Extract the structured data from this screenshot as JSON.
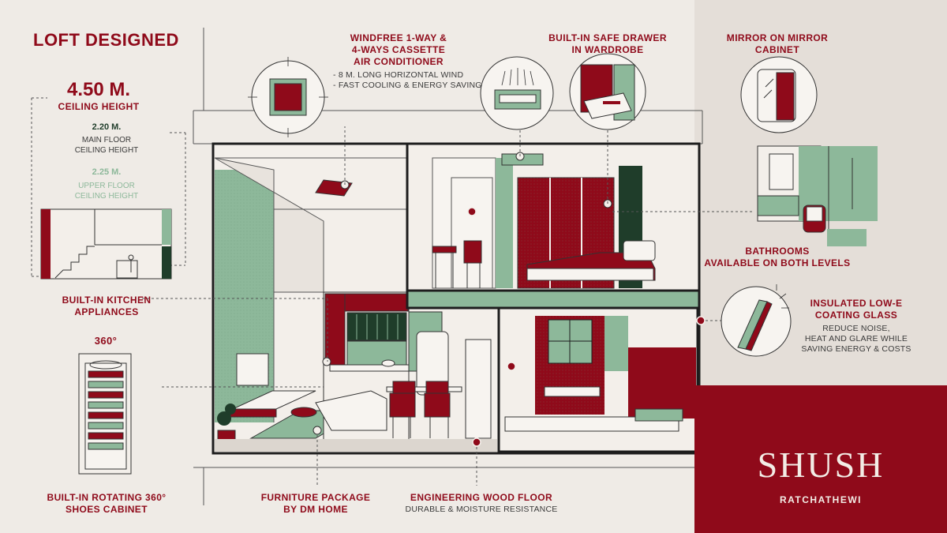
{
  "colors": {
    "red": "#8f0a1a",
    "green": "#8db89a",
    "dark_green": "#1f3d2a",
    "cream": "#efebe6",
    "panel": "#e4ded8"
  },
  "title": "LOFT DESIGNED",
  "ceiling": {
    "value": "4.50 M.",
    "label": "CEILING HEIGHT",
    "main_value": "2.20 M.",
    "main_label_1": "MAIN FLOOR",
    "main_label_2": "CEILING HEIGHT",
    "upper_value": "2.25 M.",
    "upper_label_1": "UPPER FLOOR",
    "upper_label_2": "CEILING HEIGHT"
  },
  "aircon": {
    "title_1": "WINDFREE 1-WAY &",
    "title_2": "4-WAYS CASSETTE",
    "title_3": "AIR CONDITIONER",
    "note_1": "- 8 M. LONG HORIZONTAL WIND",
    "note_2": "- FAST COOLING & ENERGY SAVING"
  },
  "safe": {
    "title_1": "BUILT-IN SAFE DRAWER",
    "title_2": "IN WARDROBE"
  },
  "mirror": {
    "title_1": "MIRROR ON MIRROR",
    "title_2": "CABINET"
  },
  "bathrooms": {
    "title_1": "BATHROOMS",
    "title_2": "AVAILABLE ON BOTH LEVELS"
  },
  "glass": {
    "title_1": "INSULATED LOW-E",
    "title_2": "COATING GLASS",
    "note_1": "REDUCE NOISE,",
    "note_2": "HEAT AND GLARE WHILE",
    "note_3": "SAVING ENERGY & COSTS"
  },
  "kitchen": {
    "title_1": "BUILT-IN KITCHEN",
    "title_2": "APPLIANCES"
  },
  "shoes": {
    "rotation": "360°",
    "title_1": "BUILT-IN ROTATING 360°",
    "title_2": "SHOES CABINET"
  },
  "furniture": {
    "title_1": "FURNITURE PACKAGE",
    "title_2": "BY DM HOME"
  },
  "floor": {
    "title": "ENGINEERING WOOD FLOOR",
    "note": "DURABLE & MOISTURE RESISTANCE"
  },
  "brand": {
    "name": "SHUSH",
    "location": "RATCHATHEWI"
  },
  "icons": [
    "aircon-cassette-icon",
    "aircon-wall-icon",
    "safe-drawer-icon",
    "mirror-cabinet-icon",
    "glass-window-icon",
    "person-icon"
  ]
}
